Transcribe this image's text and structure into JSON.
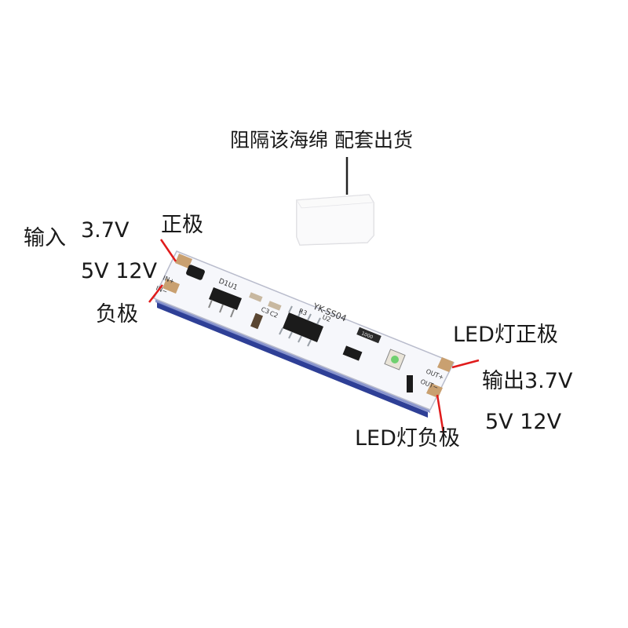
{
  "labels": {
    "sponge_note": "阻隔该海绵 配套出货",
    "input": "输入",
    "input_v1": "3.7V",
    "input_v2": "5V 12V",
    "input_positive": "正极",
    "input_negative": "负极",
    "led_positive": "LED灯正极",
    "output_v1": "输出3.7V",
    "output_v2": "5V 12V",
    "led_negative": "LED灯负极"
  },
  "board": {
    "model": "YK-SS04",
    "pad_in_pos": "IN+",
    "pad_in_neg": "IN−",
    "pad_out_pos": "OUT+",
    "pad_out_neg": "OUT−",
    "silk_d1u1": "D1U1",
    "silk_c3": "C3",
    "silk_c2": "C2",
    "silk_r3": "R3",
    "silk_u2": "U2",
    "resistor_code": "1000"
  },
  "colors": {
    "board": "#f6f7fb",
    "board_edge": "#2e3f96",
    "pad": "#c9a070",
    "arrow": "#e01b1b",
    "chip": "#1b1b1b"
  }
}
